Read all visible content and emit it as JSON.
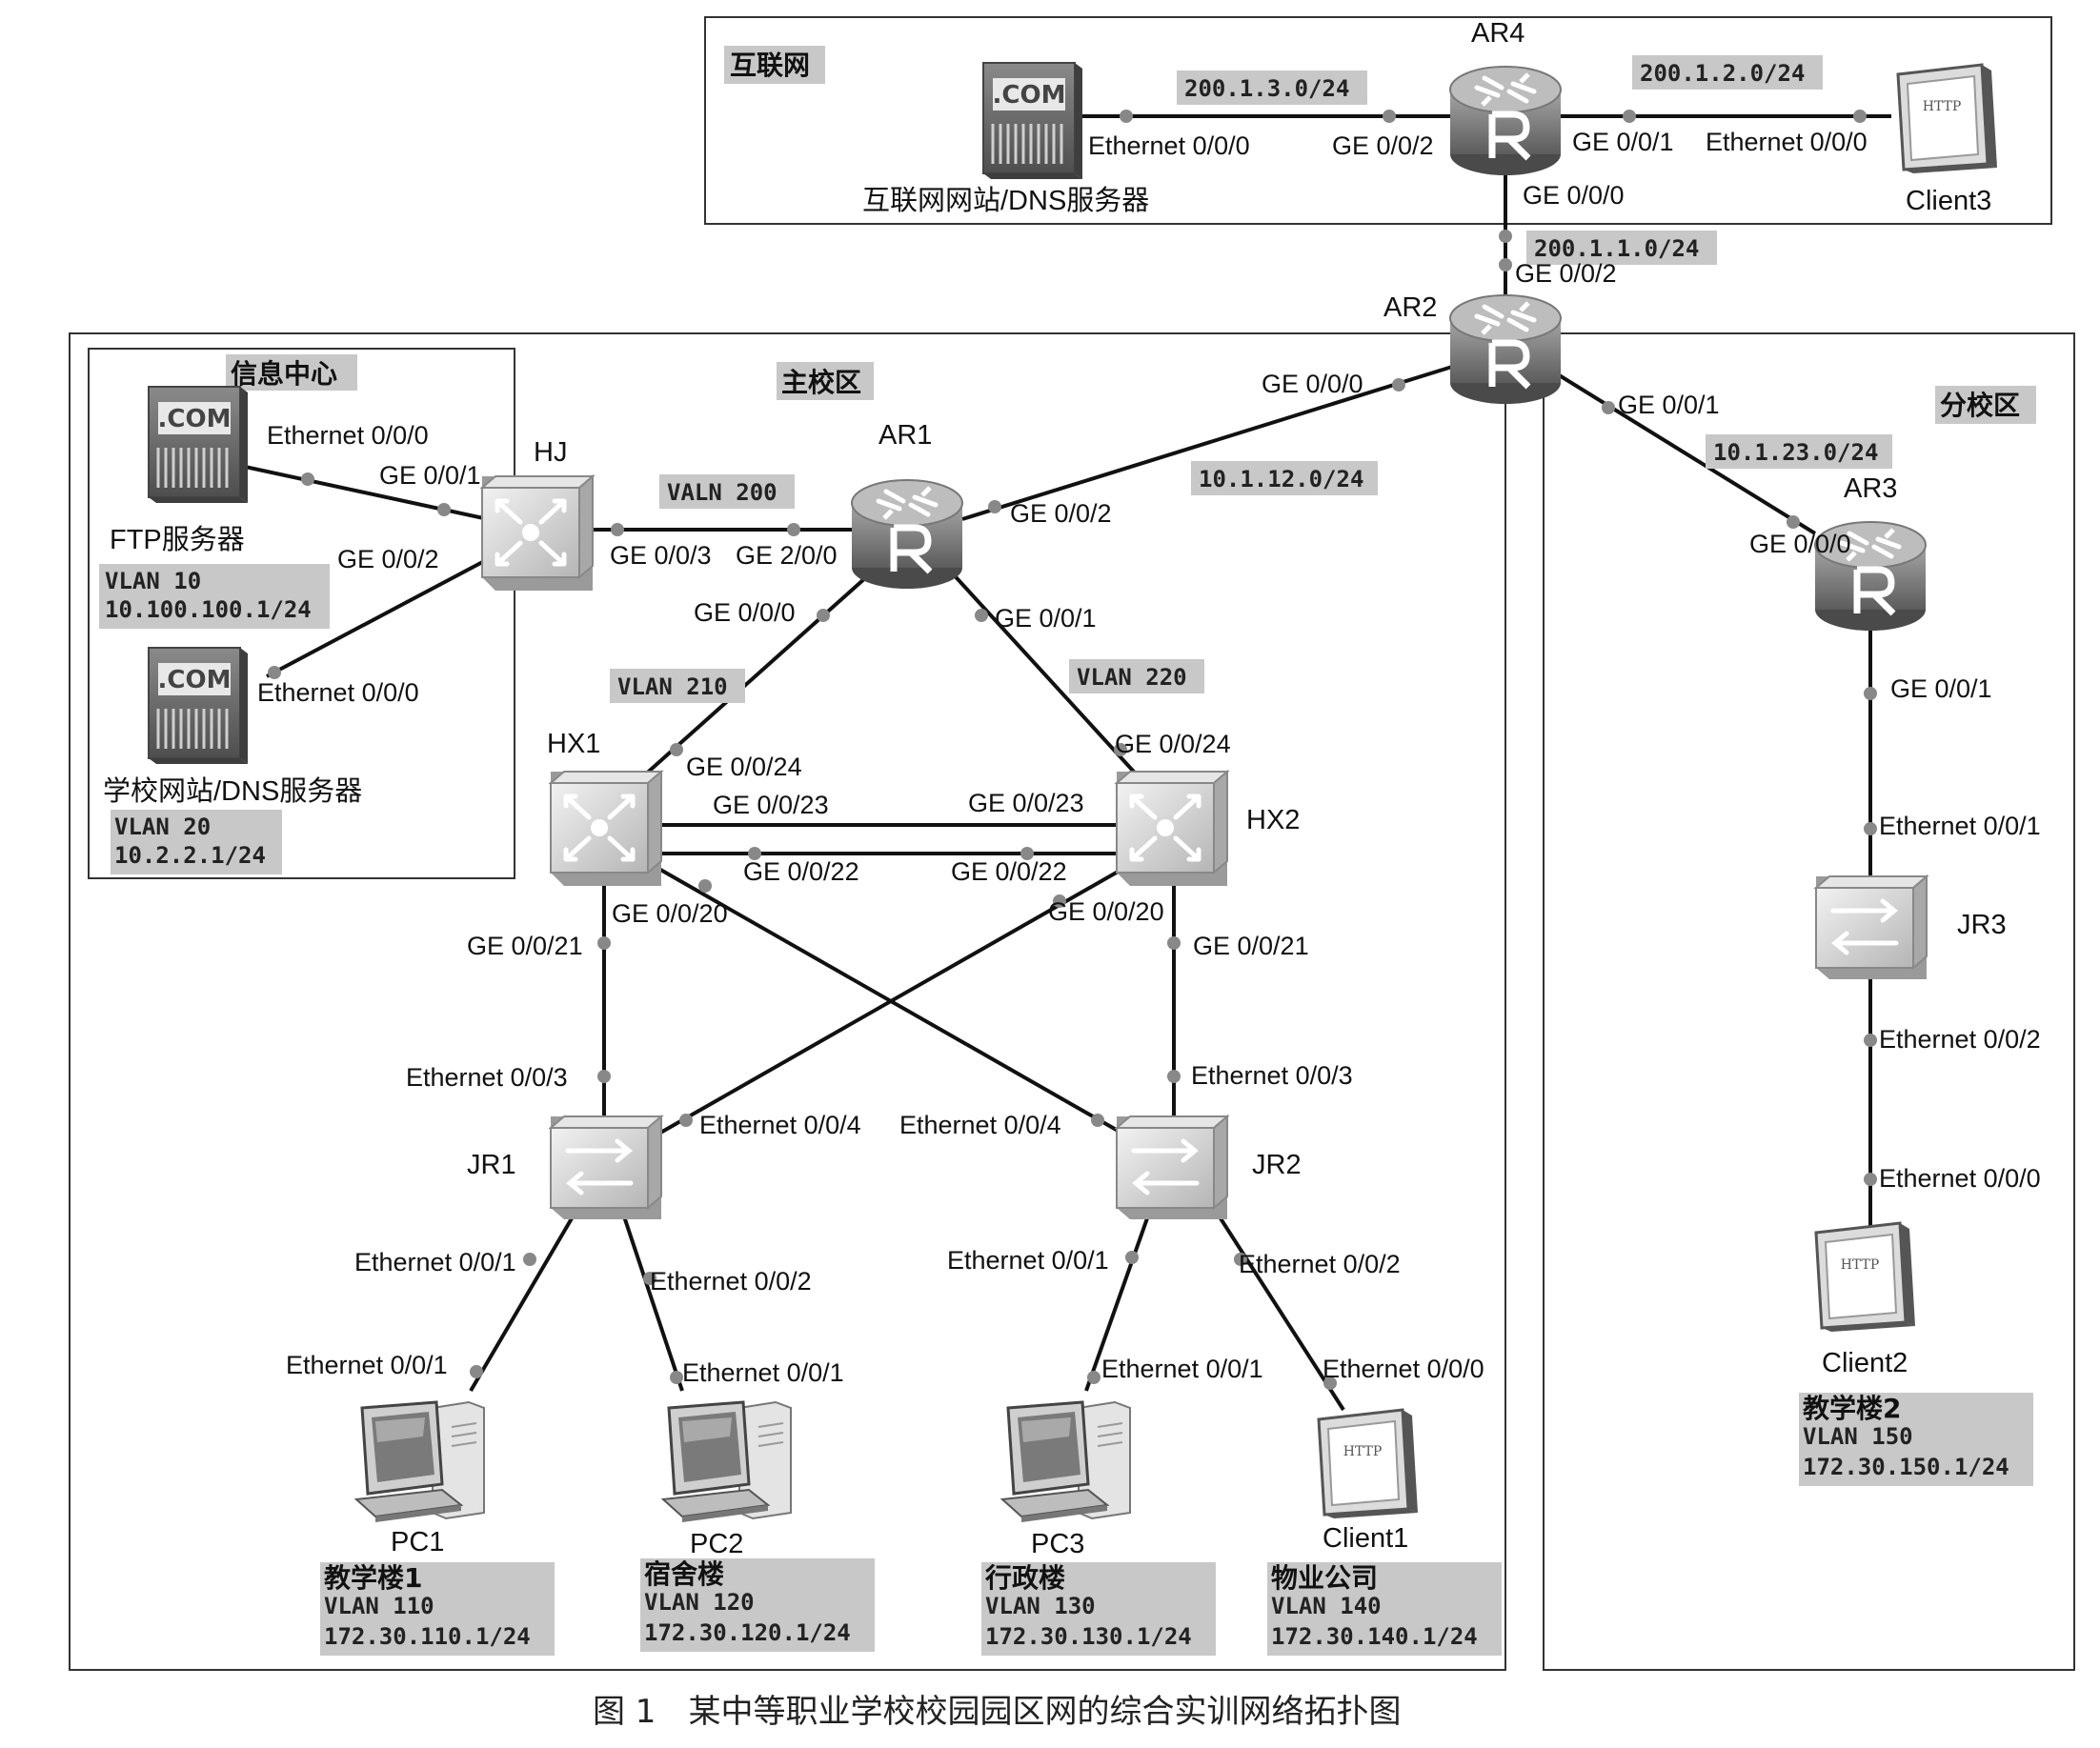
{
  "zones": {
    "internet": "互联网",
    "main_campus": "主校区",
    "info_center": "信息中心",
    "branch_campus": "分校区"
  },
  "devices": {
    "ar4": "AR4",
    "ar2": "AR2",
    "ar1": "AR1",
    "ar3": "AR3",
    "hj": "HJ",
    "hx1": "HX1",
    "hx2": "HX2",
    "jr1": "JR1",
    "jr2": "JR2",
    "jr3": "JR3",
    "pc1": "PC1",
    "pc2": "PC2",
    "pc3": "PC3",
    "client1": "Client1",
    "client2": "Client2",
    "client3": "Client3",
    "inet_server": "互联网网站/DNS服务器",
    "ftp_server": "FTP服务器",
    "school_server": "学校网站/DNS服务器"
  },
  "icons": {
    "com": ".COM",
    "http": "HTTP",
    "router": "R"
  },
  "subnets": {
    "n200_1_3": "200.1.3.0/24",
    "n200_1_2": "200.1.2.0/24",
    "n200_1_1": "200.1.1.0/24",
    "n10_1_12": "10.1.12.0/24",
    "n10_1_23": "10.1.23.0/24",
    "vlan200": "VALN 200",
    "vlan210": "VLAN 210",
    "vlan220": "VLAN 220"
  },
  "ports": {
    "inet_srv_eth": "Ethernet 0/0/0",
    "ar4_g002": "GE 0/0/2",
    "ar4_g001": "GE 0/0/1",
    "client3_eth": "Ethernet 0/0/0",
    "ar4_g000": "GE 0/0/0",
    "ar2_g002": "GE 0/0/2",
    "ar2_g000": "GE 0/0/0",
    "ar2_g001": "GE 0/0/1",
    "ftp_eth": "Ethernet 0/0/0",
    "hj_g001": "GE 0/0/1",
    "hj_g002": "GE 0/0/2",
    "school_eth": "Ethernet 0/0/0",
    "hj_g003": "GE 0/0/3",
    "ar1_g200": "GE 2/0/0",
    "ar1_g002": "GE 0/0/2",
    "ar1_g000": "GE 0/0/0",
    "ar1_g001": "GE 0/0/1",
    "hx1_g024": "GE 0/0/24",
    "hx2_g024": "GE 0/0/24",
    "hx1_g023": "GE 0/0/23",
    "hx2_g023": "GE 0/0/23",
    "hx1_g022": "GE 0/0/22",
    "hx2_g022": "GE 0/0/22",
    "hx1_g020": "GE 0/0/20",
    "hx2_g020": "GE 0/0/20",
    "hx1_g021": "GE 0/0/21",
    "hx2_g021": "GE 0/0/21",
    "jr1_e003": "Ethernet 0/0/3",
    "jr1_e004": "Ethernet 0/0/4",
    "jr2_e004": "Ethernet 0/0/4",
    "jr2_e003": "Ethernet 0/0/3",
    "jr1_e001": "Ethernet 0/0/1",
    "jr1_e002": "Ethernet 0/0/2",
    "jr2_e001": "Ethernet 0/0/1",
    "jr2_e002": "Ethernet 0/0/2",
    "pc1_e001": "Ethernet 0/0/1",
    "pc2_e001": "Ethernet 0/0/1",
    "pc3_e001": "Ethernet 0/0/1",
    "client1_e000": "Ethernet 0/0/0",
    "ar3_g000": "GE 0/0/0",
    "ar3_g001": "GE 0/0/1",
    "jr3_e001": "Ethernet 0/0/1",
    "jr3_e002": "Ethernet 0/0/2",
    "client2_e000": "Ethernet 0/0/0"
  },
  "info_boxes": {
    "ftp": [
      "VLAN 10",
      "10.100.100.1/24"
    ],
    "school": [
      "VLAN 20",
      "10.2.2.1/24"
    ],
    "pc1": [
      "教学楼1",
      "VLAN 110",
      "172.30.110.1/24"
    ],
    "pc2": [
      "宿舍楼",
      "VLAN 120",
      "172.30.120.1/24"
    ],
    "pc3": [
      "行政楼",
      "VLAN 130",
      "172.30.130.1/24"
    ],
    "client1": [
      "物业公司",
      "VLAN 140",
      "172.30.140.1/24"
    ],
    "client2": [
      "教学楼2",
      "VLAN 150",
      "172.30.150.1/24"
    ]
  },
  "caption": "图 1　某中等职业学校校园园区网的综合实训网络拓扑图",
  "colors": {
    "label_bg": "#c8c8c8",
    "line": "#111111",
    "device_dark": "#6d6d6d",
    "device_light": "#d8d8d8"
  }
}
